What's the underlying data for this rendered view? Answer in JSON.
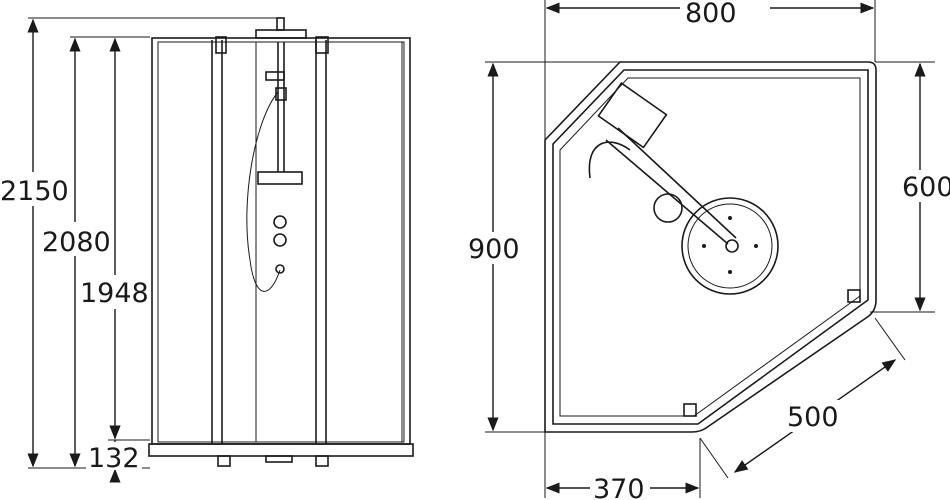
{
  "front_view": {
    "dimensions": {
      "total_height": "2150",
      "cabin_height": "2080",
      "door_height": "1948",
      "base_height": "132"
    }
  },
  "plan_view": {
    "dimensions": {
      "width": "800",
      "depth": "900",
      "side_depth": "600",
      "diagonal": "500",
      "front_width": "370"
    }
  }
}
